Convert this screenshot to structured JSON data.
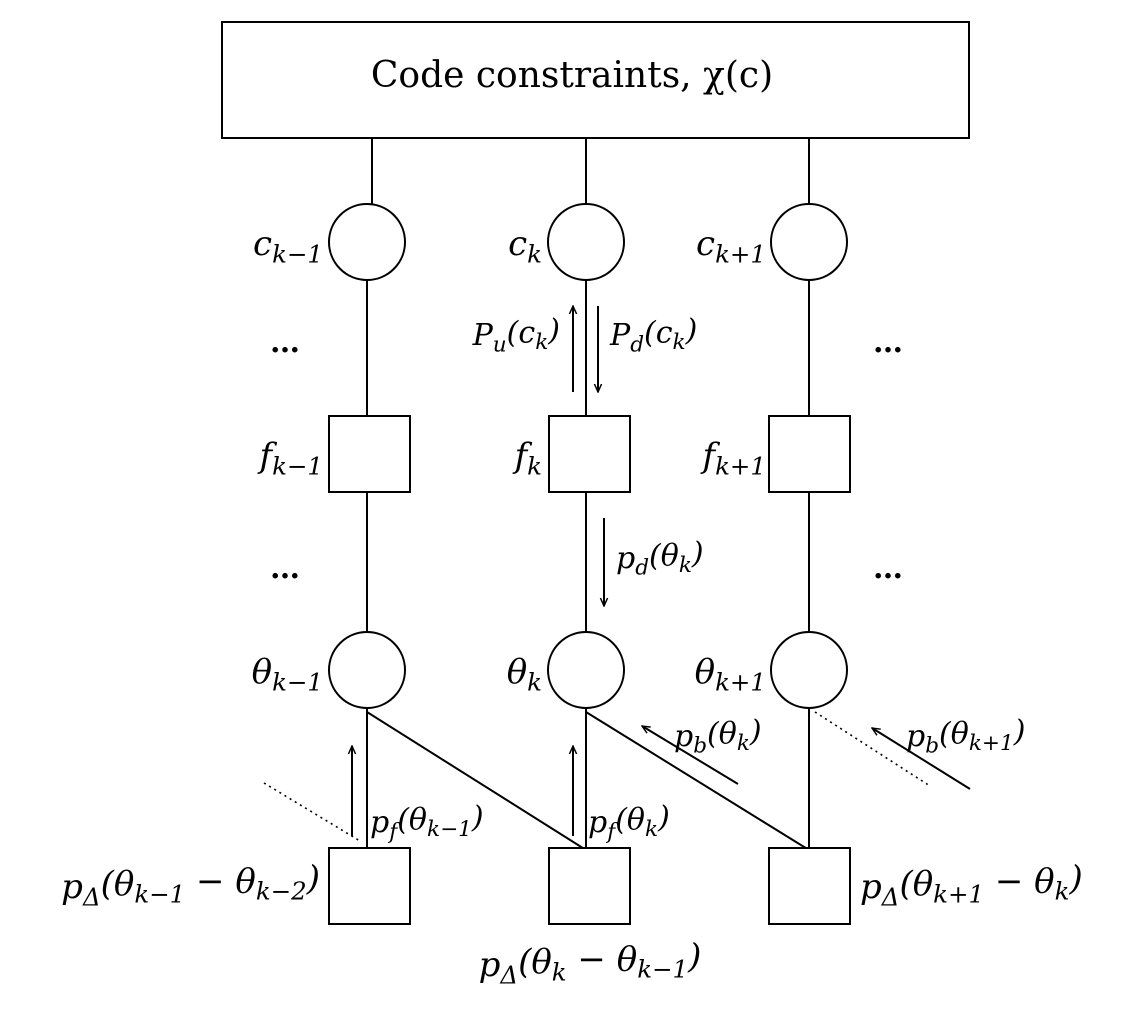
{
  "header": {
    "box_label": "Code constraints, χ(c)"
  },
  "columns": [
    {
      "symbol_label": "c_{k−1}",
      "factor_label": "f_{k−1}",
      "phase_label": "θ_{k−1}",
      "dots_upper": "…",
      "dots_lower": "…"
    },
    {
      "symbol_label": "c_k",
      "factor_label": "f_k",
      "phase_label": "θ_k"
    },
    {
      "symbol_label": "c_{k+1}",
      "factor_label": "f_{k+1}",
      "phase_label": "θ_{k+1}",
      "dots_upper": "…",
      "dots_lower": "…"
    }
  ],
  "messages": {
    "up": "P_u(c_k)",
    "down": "P_d(c_k)",
    "phase_down": "p_d(θ_k)",
    "backward": "p_b(θ_k)",
    "backward_next": "p_b(θ_{k+1})",
    "forward_prev": "p_f(θ_{k−1})",
    "forward": "p_f(θ_k)"
  },
  "transition_factors": {
    "left": "p_Δ(θ_{k−1} − θ_{k−2})",
    "center": "p_Δ(θ_k − θ_{k−1})",
    "right": "p_Δ(θ_{k+1} − θ_k)"
  },
  "colors": {
    "ink": "#000000",
    "background": "#ffffff"
  }
}
